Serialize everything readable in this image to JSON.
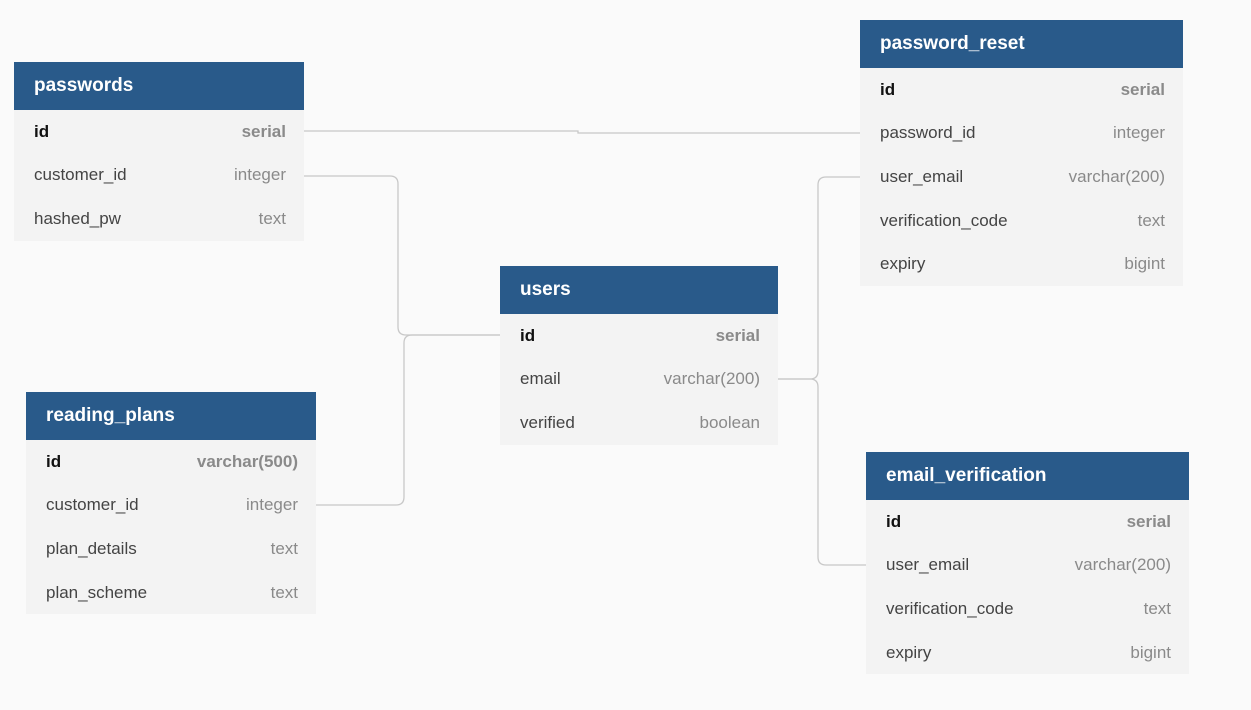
{
  "tables": {
    "passwords": {
      "name": "passwords",
      "columns": [
        {
          "name": "id",
          "type": "serial",
          "pk": true
        },
        {
          "name": "customer_id",
          "type": "integer"
        },
        {
          "name": "hashed_pw",
          "type": "text"
        }
      ]
    },
    "reading_plans": {
      "name": "reading_plans",
      "columns": [
        {
          "name": "id",
          "type": "varchar(500)",
          "pk": true
        },
        {
          "name": "customer_id",
          "type": "integer"
        },
        {
          "name": "plan_details",
          "type": "text"
        },
        {
          "name": "plan_scheme",
          "type": "text"
        }
      ]
    },
    "users": {
      "name": "users",
      "columns": [
        {
          "name": "id",
          "type": "serial",
          "pk": true
        },
        {
          "name": "email",
          "type": "varchar(200)"
        },
        {
          "name": "verified",
          "type": "boolean"
        }
      ]
    },
    "password_reset": {
      "name": "password_reset",
      "columns": [
        {
          "name": "id",
          "type": "serial",
          "pk": true
        },
        {
          "name": "password_id",
          "type": "integer"
        },
        {
          "name": "user_email",
          "type": "varchar(200)"
        },
        {
          "name": "verification_code",
          "type": "text"
        },
        {
          "name": "expiry",
          "type": "bigint"
        }
      ]
    },
    "email_verification": {
      "name": "email_verification",
      "columns": [
        {
          "name": "id",
          "type": "serial",
          "pk": true
        },
        {
          "name": "user_email",
          "type": "varchar(200)"
        },
        {
          "name": "verification_code",
          "type": "text"
        },
        {
          "name": "expiry",
          "type": "bigint"
        }
      ]
    }
  },
  "colors": {
    "header_bg": "#295a8a",
    "body_bg": "#f3f3f3",
    "canvas_bg": "#fafafa",
    "link": "#c8c8c8"
  }
}
